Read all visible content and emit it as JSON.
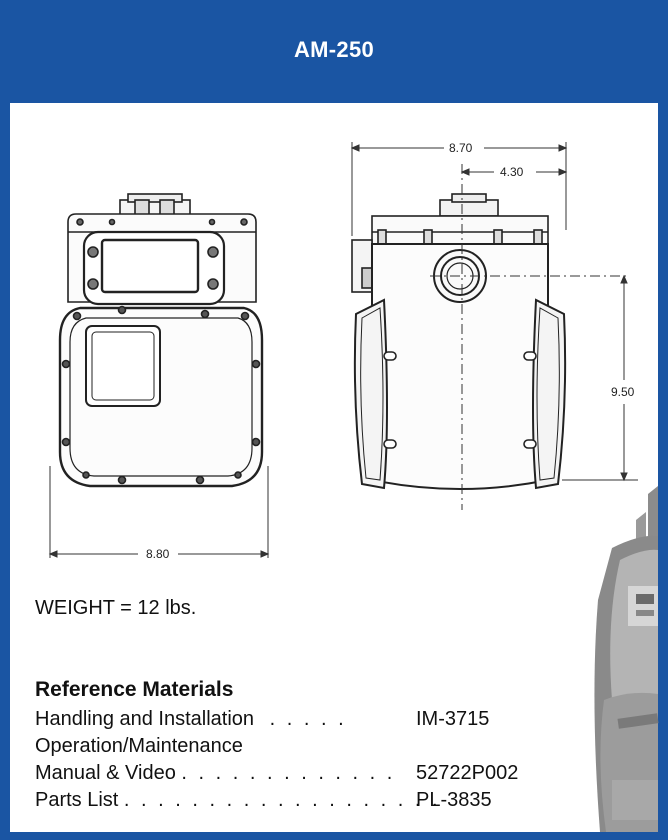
{
  "header": {
    "title": "AM-250"
  },
  "dimensions": {
    "front_width": "8.80",
    "side_width": "8.70",
    "side_half": "4.30",
    "height": "9.50"
  },
  "weight": "WEIGHT = 12 lbs.",
  "reference": {
    "title": "Reference Materials",
    "rows": [
      {
        "label": "Handling and Installation",
        "dots": ". . . . .",
        "code": "IM-3715"
      },
      {
        "label": "Operation/Maintenance",
        "dots": "",
        "code": ""
      },
      {
        "label": "Manual & Video",
        "dots": ". . . . . . . . . . . . .",
        "code": "52722P002"
      },
      {
        "label": "Parts List",
        "dots": ". . . . . . . . . . . . . . . . . . .",
        "code": "PL-3835"
      }
    ]
  },
  "colors": {
    "brand_blue": "#1a55a3"
  }
}
